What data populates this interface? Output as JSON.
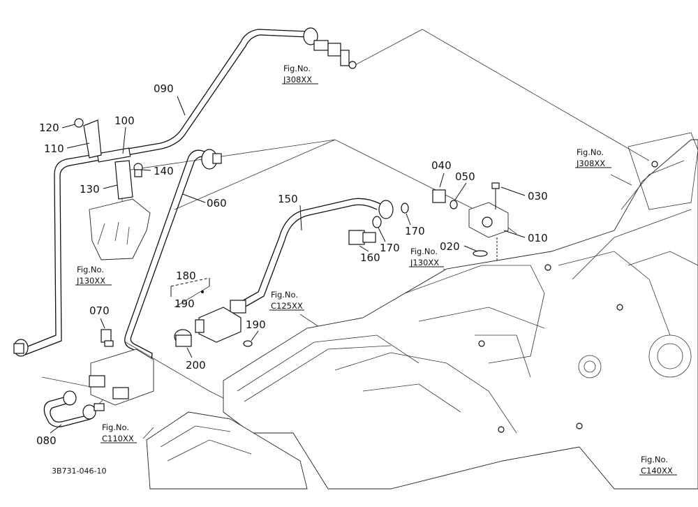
{
  "diagram": {
    "drawing_code": "3B731-046-10",
    "part_labels": [
      {
        "id": "p090",
        "text": "090"
      },
      {
        "id": "p100",
        "text": "100"
      },
      {
        "id": "p110",
        "text": "110"
      },
      {
        "id": "p120",
        "text": "120"
      },
      {
        "id": "p130",
        "text": "130"
      },
      {
        "id": "p140",
        "text": "140"
      },
      {
        "id": "p060",
        "text": "060"
      },
      {
        "id": "p150",
        "text": "150"
      },
      {
        "id": "p040",
        "text": "040"
      },
      {
        "id": "p050",
        "text": "050"
      },
      {
        "id": "p030",
        "text": "030"
      },
      {
        "id": "p010",
        "text": "010"
      },
      {
        "id": "p020",
        "text": "020"
      },
      {
        "id": "p170a",
        "text": "170"
      },
      {
        "id": "p170b",
        "text": "170"
      },
      {
        "id": "p160",
        "text": "160"
      },
      {
        "id": "p180",
        "text": "180"
      },
      {
        "id": "p190a",
        "text": "190"
      },
      {
        "id": "p190b",
        "text": "190"
      },
      {
        "id": "p200",
        "text": "200"
      },
      {
        "id": "p070",
        "text": "070"
      },
      {
        "id": "p080",
        "text": "080"
      }
    ],
    "figure_refs": [
      {
        "id": "f1",
        "line1": "Fig.No.",
        "line2": "J308XX"
      },
      {
        "id": "f2",
        "line1": "Fig.No.",
        "line2": "J308XX"
      },
      {
        "id": "f3",
        "line1": "Fig.No.",
        "line2": "J130XX"
      },
      {
        "id": "f4",
        "line1": "Fig.No.",
        "line2": "J130XX"
      },
      {
        "id": "f5",
        "line1": "Fig.No.",
        "line2": "C125XX"
      },
      {
        "id": "f6",
        "line1": "Fig.No.",
        "line2": "C110XX"
      },
      {
        "id": "f7",
        "line1": "Fig.No.",
        "line2": "C140XX"
      }
    ]
  }
}
